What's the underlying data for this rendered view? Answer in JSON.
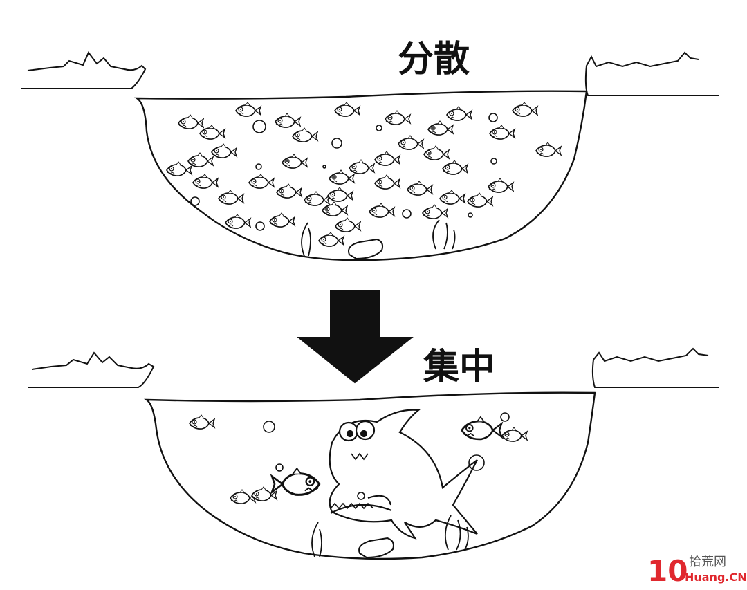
{
  "labels": {
    "top": "分散",
    "bottom": "集中"
  },
  "watermark": {
    "number": "10",
    "site_cn": "拾荒网",
    "site_en": "Huang.CN"
  },
  "colors": {
    "ink": "#111111",
    "water_fill": "#ffffff",
    "watermark_red": "#e0282e",
    "watermark_gray": "#555555"
  },
  "icons": {
    "arrow": "down-arrow-icon",
    "fish": "fish-icon",
    "shark": "shark-icon",
    "bubble": "bubble-icon",
    "seaweed": "seaweed-icon",
    "rock": "rock-icon"
  }
}
